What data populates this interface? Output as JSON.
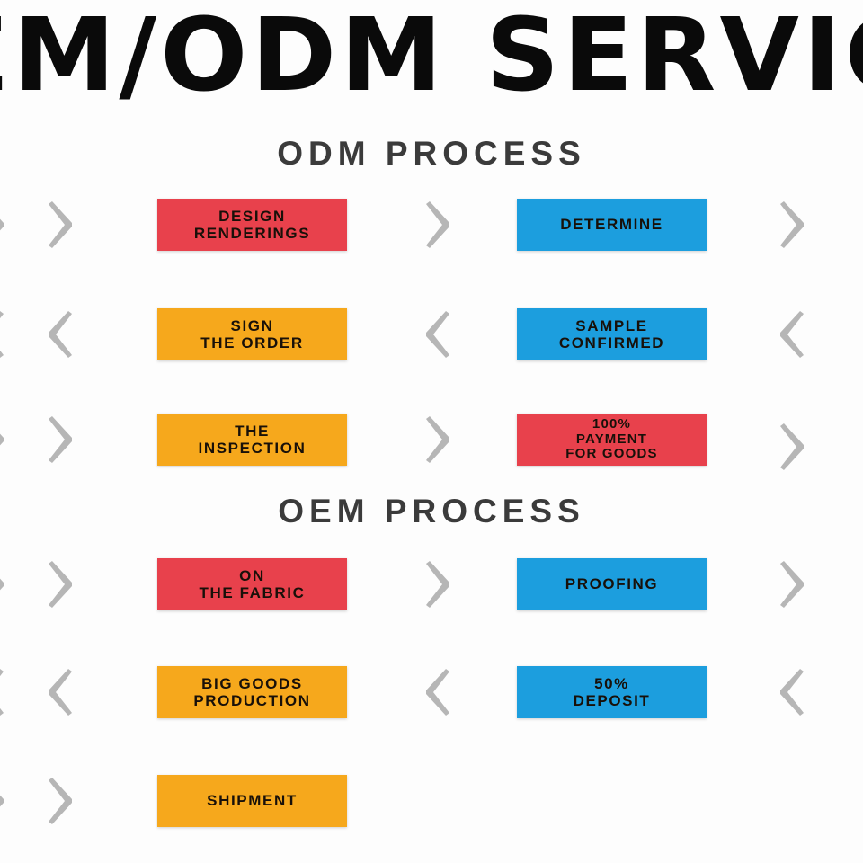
{
  "banner": {
    "title": "EM/ODM  SERVIC",
    "full_title_note": "OEM/ODM SERVICE"
  },
  "colors": {
    "red": "#e8414c",
    "blue": "#1c9ede",
    "orange": "#f6a81c",
    "arrow_gray": "#b6b6b6",
    "heading_gray": "#3b3b3b",
    "background": "#ffffff"
  },
  "sections": [
    {
      "heading": "ODM PROCESS",
      "rows": [
        {
          "direction": "right",
          "boxes": [
            {
              "label": "DESIGN\nRENDERINGS",
              "color": "red"
            },
            {
              "label": "DETERMINE",
              "color": "blue"
            }
          ]
        },
        {
          "direction": "left",
          "boxes": [
            {
              "label": "SIGN\nTHE ORDER",
              "color": "orange"
            },
            {
              "label": "SAMPLE\nCONFIRMED",
              "color": "blue"
            }
          ]
        },
        {
          "direction": "right",
          "boxes": [
            {
              "label": "THE\nINSPECTION",
              "color": "orange"
            },
            {
              "label": "100%\nPAYMENT\nFOR GOODS",
              "color": "red"
            }
          ]
        }
      ]
    },
    {
      "heading": "OEM PROCESS",
      "rows": [
        {
          "direction": "right",
          "boxes": [
            {
              "label": "ON\nTHE FABRIC",
              "color": "red"
            },
            {
              "label": "PROOFING",
              "color": "blue"
            }
          ]
        },
        {
          "direction": "left",
          "boxes": [
            {
              "label": "BIG GOODS\nPRODUCTION",
              "color": "orange"
            },
            {
              "label": "50%\nDEPOSIT",
              "color": "blue"
            }
          ]
        },
        {
          "direction": "right",
          "boxes": [
            {
              "label": "SHIPMENT",
              "color": "orange"
            }
          ]
        }
      ]
    }
  ],
  "icons": {
    "chevron_right": "chevron-right-icon",
    "chevron_left": "chevron-left-icon"
  }
}
